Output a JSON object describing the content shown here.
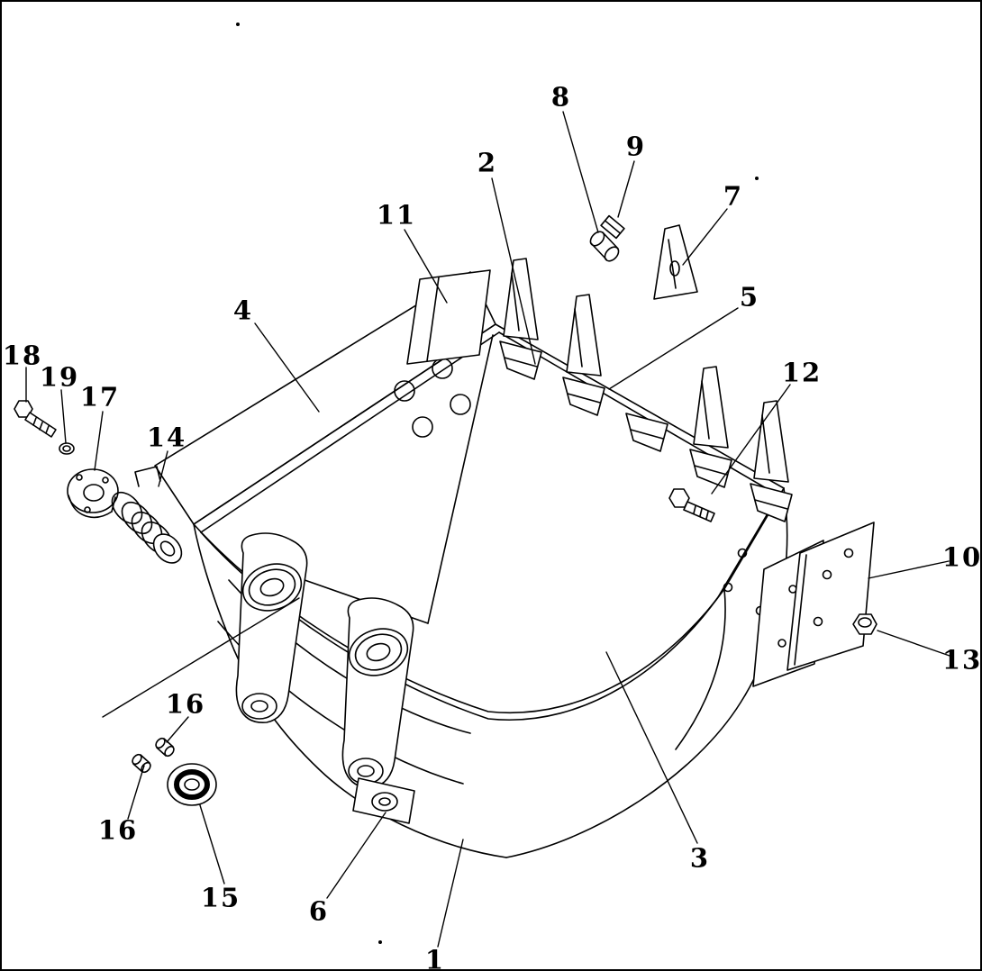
{
  "diagram": {
    "ink_color": "#000000",
    "background_color": "#ffffff"
  },
  "callouts": [
    {
      "label": "1"
    },
    {
      "label": "2"
    },
    {
      "label": "3"
    },
    {
      "label": "4"
    },
    {
      "label": "5"
    },
    {
      "label": "6"
    },
    {
      "label": "7"
    },
    {
      "label": "8"
    },
    {
      "label": "9"
    },
    {
      "label": "10"
    },
    {
      "label": "11"
    },
    {
      "label": "12"
    },
    {
      "label": "13"
    },
    {
      "label": "14"
    },
    {
      "label": "15"
    },
    {
      "label": "16"
    },
    {
      "label": "16"
    },
    {
      "label": "17"
    },
    {
      "label": "18"
    },
    {
      "label": "19"
    }
  ]
}
